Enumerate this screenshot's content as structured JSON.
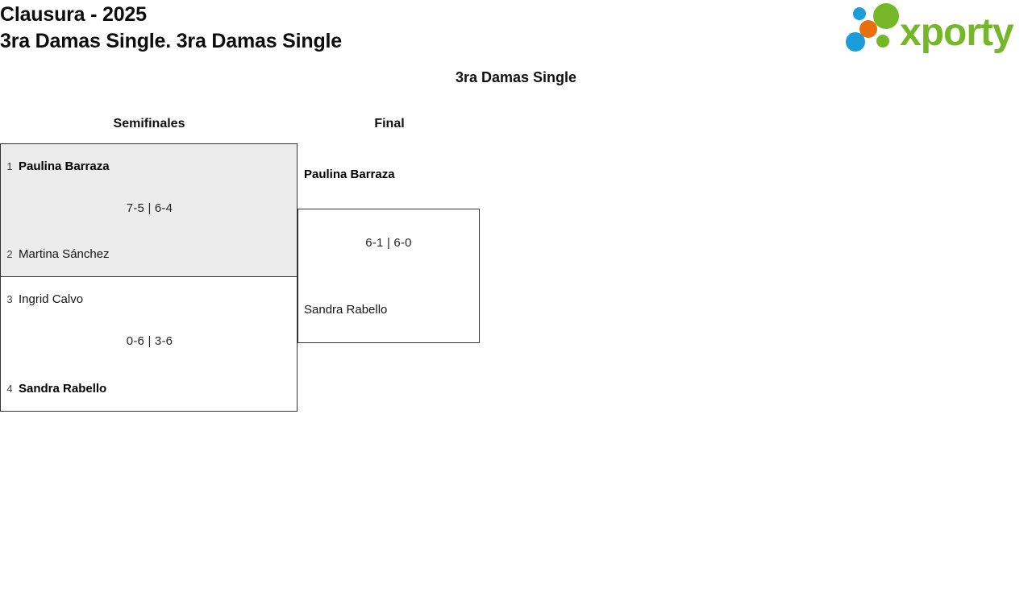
{
  "header": {
    "tournament": "Clausura - 2025",
    "subtitle": "3ra Damas Single. 3ra Damas Single"
  },
  "brand": {
    "name": "xporty",
    "wordmark_color": "#76b72a",
    "dot_blue": "#1b9dd9",
    "dot_orange": "#e8700a",
    "dot_green": "#76b72a"
  },
  "category_heading": "3ra Damas Single",
  "bracket": {
    "rounds": [
      {
        "label": "Semifinales"
      },
      {
        "label": "Final"
      }
    ],
    "semifinals": [
      {
        "top": {
          "seed": "1",
          "name": "Paulina Barraza",
          "winner": true
        },
        "bottom": {
          "seed": "2",
          "name": "Martina Sánchez",
          "winner": false
        },
        "score": "7-5 | 6-4",
        "highlighted": true
      },
      {
        "top": {
          "seed": "3",
          "name": "Ingrid Calvo",
          "winner": false
        },
        "bottom": {
          "seed": "4",
          "name": "Sandra Rabello",
          "winner": true
        },
        "score": "0-6 | 3-6",
        "highlighted": false
      }
    ],
    "final": {
      "top": {
        "name": "Paulina Barraza",
        "winner": true
      },
      "bottom": {
        "name": "Sandra Rabello",
        "winner": false
      },
      "score": "6-1 | 6-0"
    }
  }
}
